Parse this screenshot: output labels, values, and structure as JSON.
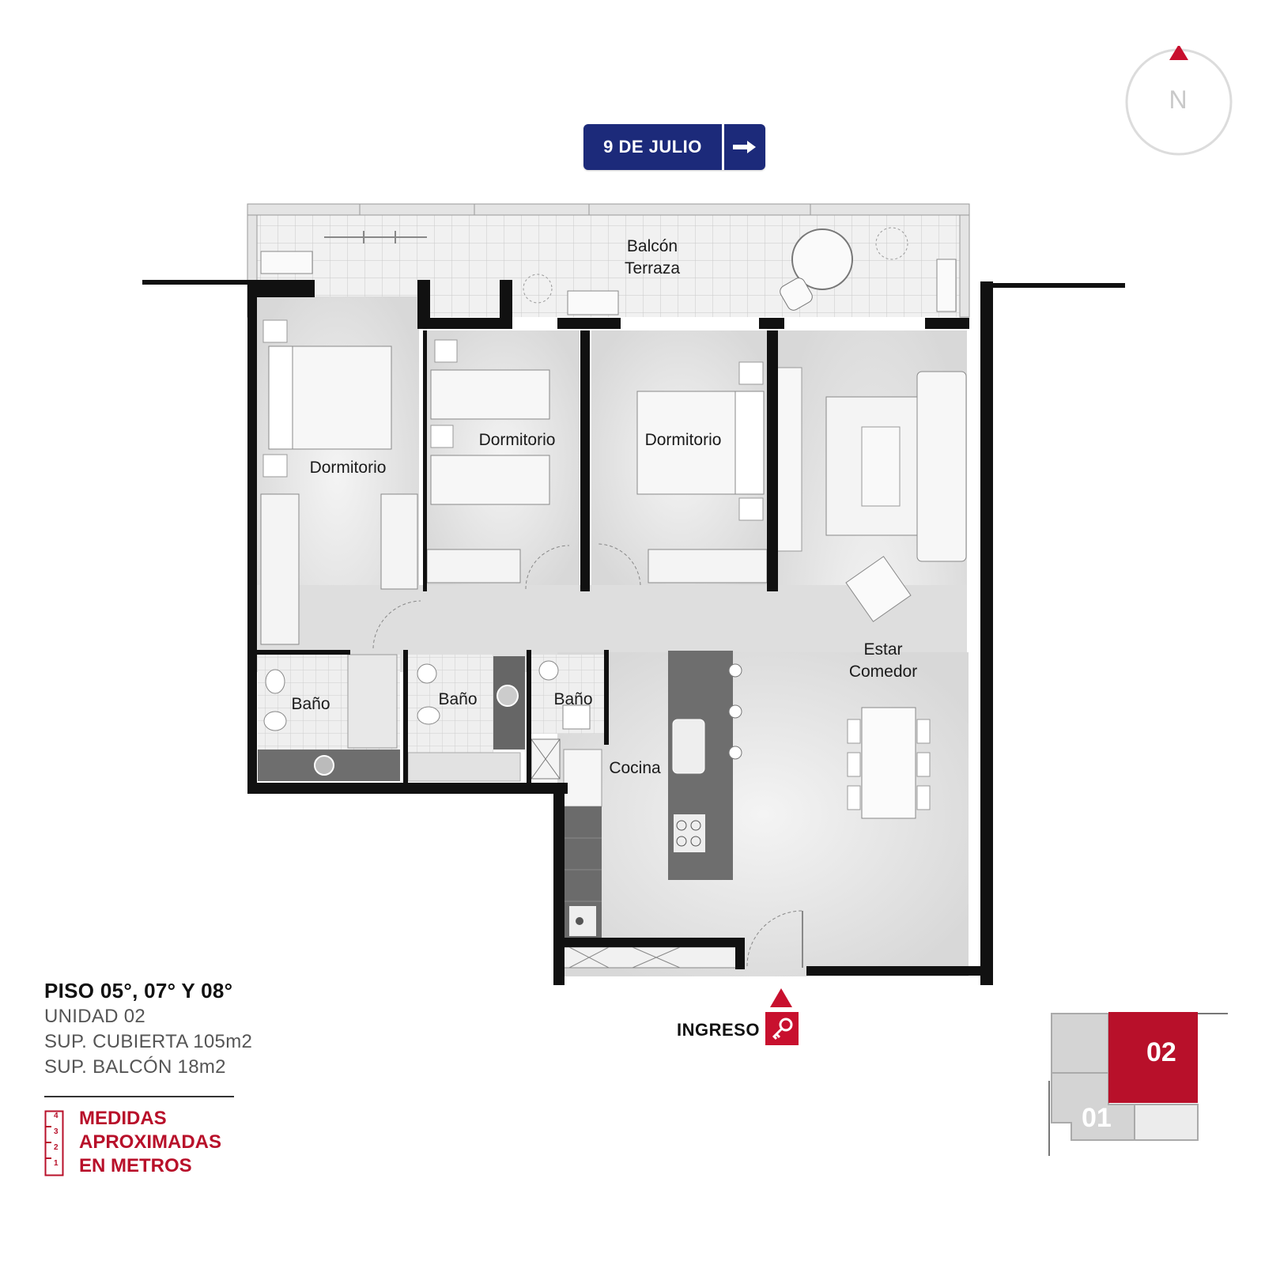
{
  "street": {
    "name": "9 DE JULIO",
    "arrow_icon": "arrow-right-icon"
  },
  "compass": {
    "label": "N",
    "pointer_color": "#c8102e"
  },
  "rooms": {
    "balcon": "Balcón",
    "terraza": "Terraza",
    "dorm1": "Dormitorio",
    "dorm2": "Dormitorio",
    "dorm3": "Dormitorio",
    "estar": "Estar",
    "comedor": "Comedor",
    "bano1": "Baño",
    "bano2": "Baño",
    "bano3": "Baño",
    "cocina": "Cocina"
  },
  "entrance": {
    "label": "INGRESO",
    "icon": "key-icon"
  },
  "info": {
    "title": "PISO 05°, 07° Y 08°",
    "unit": "UNIDAD 02",
    "covered": "SUP. CUBIERTA 105m2",
    "balcony": "SUP. BALCÓN 18m2",
    "measure_1": "MEDIDAS",
    "measure_2": "APROXIMADAS",
    "measure_3": "EN METROS",
    "ruler_ticks": [
      "4",
      "3",
      "2",
      "1"
    ]
  },
  "keyplan": {
    "unit_a": "01",
    "unit_b": "02",
    "highlight_color": "#b8102a"
  },
  "colors": {
    "wall": "#111111",
    "floor": "#e6e6e6",
    "accent": "#c8102e",
    "street": "#1c2a7a"
  }
}
